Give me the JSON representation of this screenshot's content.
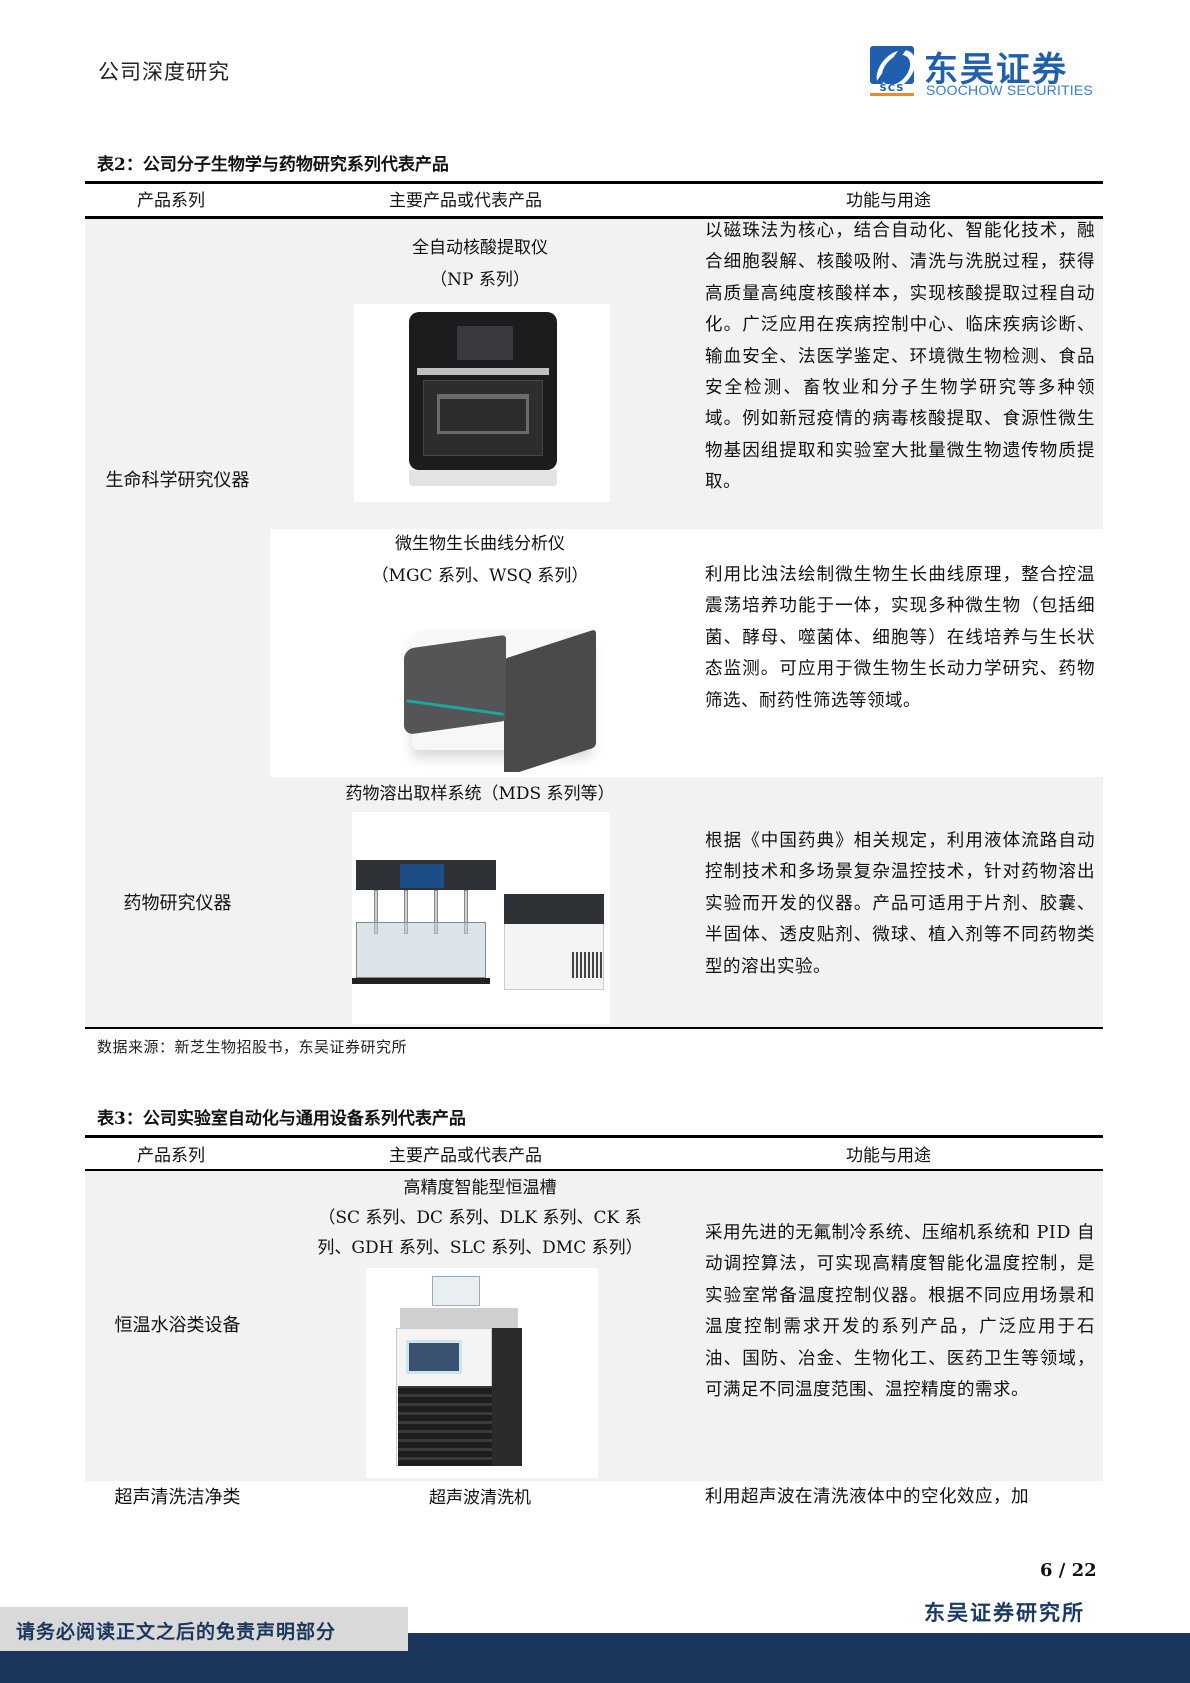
{
  "header": {
    "section_title": "公司深度研究",
    "logo": {
      "mark_text": "SCS",
      "name_cn": "东吴证券",
      "name_en": "SOOCHOW SECURITIES",
      "brand_color": "#1f5fae"
    }
  },
  "table2": {
    "caption": "表2：公司分子生物学与药物研究系列代表产品",
    "columns": [
      "产品系列",
      "主要产品或代表产品",
      "功能与用途"
    ],
    "rows": [
      {
        "series": "生命科学研究仪器",
        "products": [
          {
            "name": "全自动核酸提取仪",
            "model": "（NP 系列）",
            "image": "nucleic-acid-extractor-image",
            "description": "以磁珠法为核心，结合自动化、智能化技术，融合细胞裂解、核酸吸附、清洗与洗脱过程，获得高质量高纯度核酸样本，实现核酸提取过程自动化。广泛应用在疾病控制中心、临床疾病诊断、输血安全、法医学鉴定、环境微生物检测、食品安全检测、畜牧业和分子生物学研究等多种领域。例如新冠疫情的病毒核酸提取、食源性微生物基因组提取和实验室大批量微生物遗传物质提取。"
          },
          {
            "name": "微生物生长曲线分析仪",
            "model": "（MGC 系列、WSQ 系列）",
            "image": "growth-curve-analyzer-image",
            "description": "利用比浊法绘制微生物生长曲线原理，整合控温震荡培养功能于一体，实现多种微生物（包括细菌、酵母、噬菌体、细胞等）在线培养与生长状态监测。可应用于微生物生长动力学研究、药物筛选、耐药性筛选等领域。"
          }
        ]
      },
      {
        "series": "药物研究仪器",
        "products": [
          {
            "name": "药物溶出取样系统（MDS 系列等）",
            "image": "dissolution-sampling-system-image",
            "description": "根据《中国药典》相关规定，利用液体流路自动控制技术和多场景复杂温控技术，针对药物溶出实验而开发的仪器。产品可适用于片剂、胶囊、半固体、透皮贴剂、微球、植入剂等不同药物类型的溶出实验。"
          }
        ]
      }
    ],
    "source": "数据来源：新芝生物招股书，东吴证券研究所"
  },
  "table3": {
    "caption": "表3：公司实验室自动化与通用设备系列代表产品",
    "columns": [
      "产品系列",
      "主要产品或代表产品",
      "功能与用途"
    ],
    "rows": [
      {
        "series": "恒温水浴类设备",
        "name": "高精度智能型恒温槽",
        "model_line1": "（SC 系列、DC 系列、DLK 系列、CK 系",
        "model_line2": "列、GDH 系列、SLC 系列、DMC 系列）",
        "image": "thermostatic-bath-image",
        "description": "采用先进的无氟制冷系统、压缩机系统和 PID 自动调控算法，可实现高精度智能化温度控制，是实验室常备温度控制仪器。根据不同应用场景和温度控制需求开发的系列产品，广泛应用于石油、国防、冶金、生物化工、医药卫生等领域，可满足不同温度范围、温控精度的需求。"
      },
      {
        "series": "超声清洗洁净类",
        "name": "超声波清洗机",
        "description": "利用超声波在清洗液体中的空化效应，加"
      }
    ]
  },
  "footer": {
    "page_current": "6",
    "page_total": "22",
    "page_label": "6 / 22",
    "org": "东吴证券研究所",
    "disclaimer": "请务必阅读正文之后的免责声明部分",
    "band_color": "#1b365d"
  }
}
